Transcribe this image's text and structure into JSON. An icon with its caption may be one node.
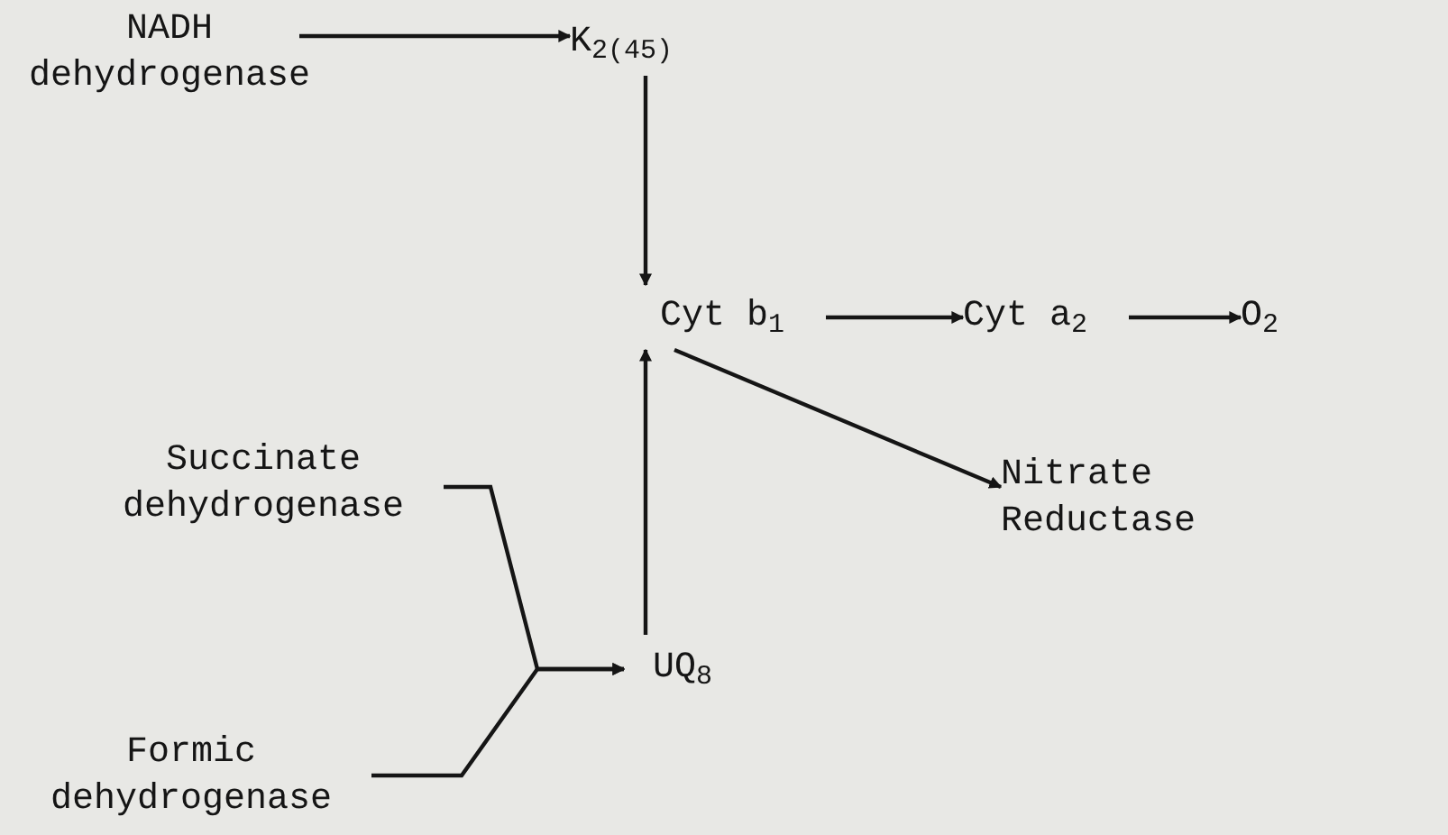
{
  "diagram": {
    "nodes": [
      {
        "text": [
          "NADH dehydrogenase"
        ]
      },
      {
        "text": [
          "K$_{2(45)}$"
        ]
      },
      {
        "text": [
          "Cyt b$_{1}$"
        ]
      },
      {
        "text": [
          "Cyt a$_{2}$"
        ]
      },
      {
        "text": [
          "O$_{2}$"
        ]
      },
      {
        "text": [
          "Nitrate Reductase"
        ]
      },
      {
        "text": [
          "Succinate dehydrogenase"
        ]
      },
      {
        "text": [
          "UQ$_{8}$"
        ]
      },
      {
        "text": [
          "Formic dehydrogenase"
        ]
      }
    ],
    "edges": [
      {
        "from": 0,
        "to": 1,
        "arrow": "to"
      },
      {
        "from": 1,
        "to": 2,
        "arrow": "to"
      },
      {
        "from": 2,
        "to": 3,
        "arrow": "to"
      },
      {
        "from": 3,
        "to": 4,
        "arrow": "to"
      },
      {
        "from": 2,
        "to": 5,
        "arrow": "to"
      },
      {
        "from": 7,
        "to": 2,
        "arrow": "to"
      },
      {
        "from": 6,
        "to": 7,
        "arrow": "to"
      },
      {
        "from": 8,
        "to": 7,
        "arrow": "to"
      }
    ]
  }
}
